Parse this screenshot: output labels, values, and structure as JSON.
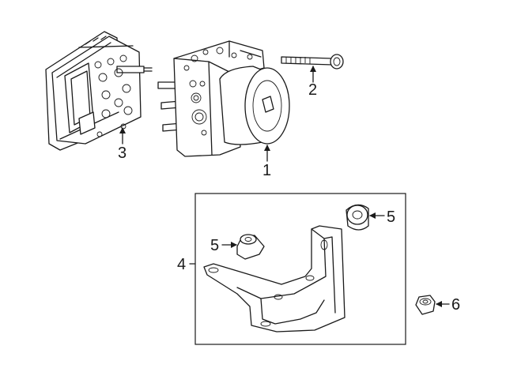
{
  "callouts": [
    {
      "id": "1",
      "part": "abs-modulator-unit"
    },
    {
      "id": "2",
      "part": "bolt"
    },
    {
      "id": "3",
      "part": "control-module"
    },
    {
      "id": "4",
      "part": "mounting-bracket"
    },
    {
      "id": "5",
      "part": "insulator"
    },
    {
      "id": "5",
      "part": "insulator"
    },
    {
      "id": "6",
      "part": "nut"
    }
  ],
  "colors": {
    "line": "#1a1a1a",
    "background": "#ffffff"
  }
}
